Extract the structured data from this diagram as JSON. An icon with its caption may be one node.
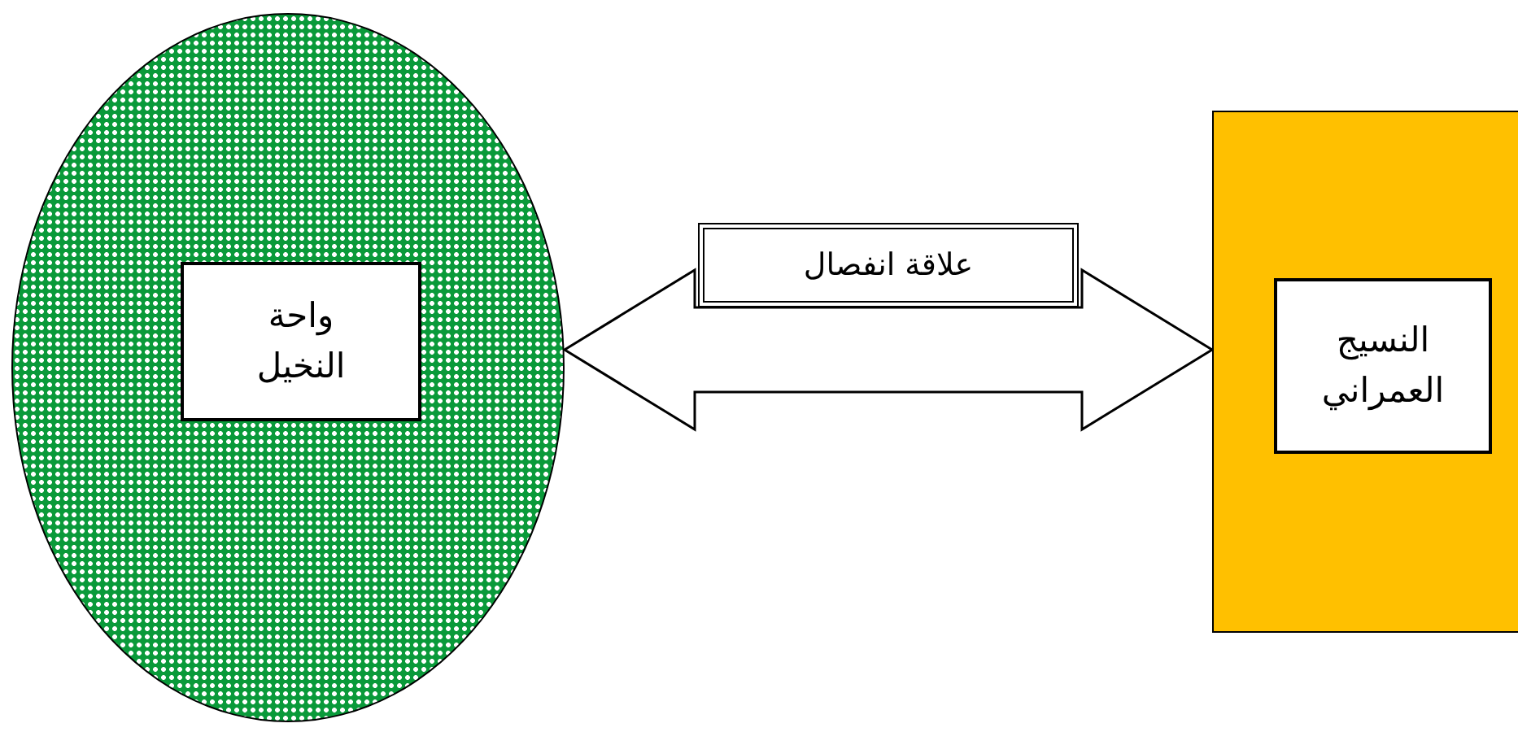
{
  "diagram": {
    "nodes": [
      {
        "text": [],
        "shape": "ellipse"
      },
      {
        "text": [
          "واحة النخيل"
        ],
        "in": 0
      },
      {
        "text": [],
        "shape": "box"
      },
      {
        "text": [
          "النسيج العمراني"
        ],
        "in": 2
      }
    ],
    "edges": [
      {
        "from": 0,
        "to": 2,
        "arrow": "both",
        "label": "علاقة انفصال"
      }
    ]
  }
}
